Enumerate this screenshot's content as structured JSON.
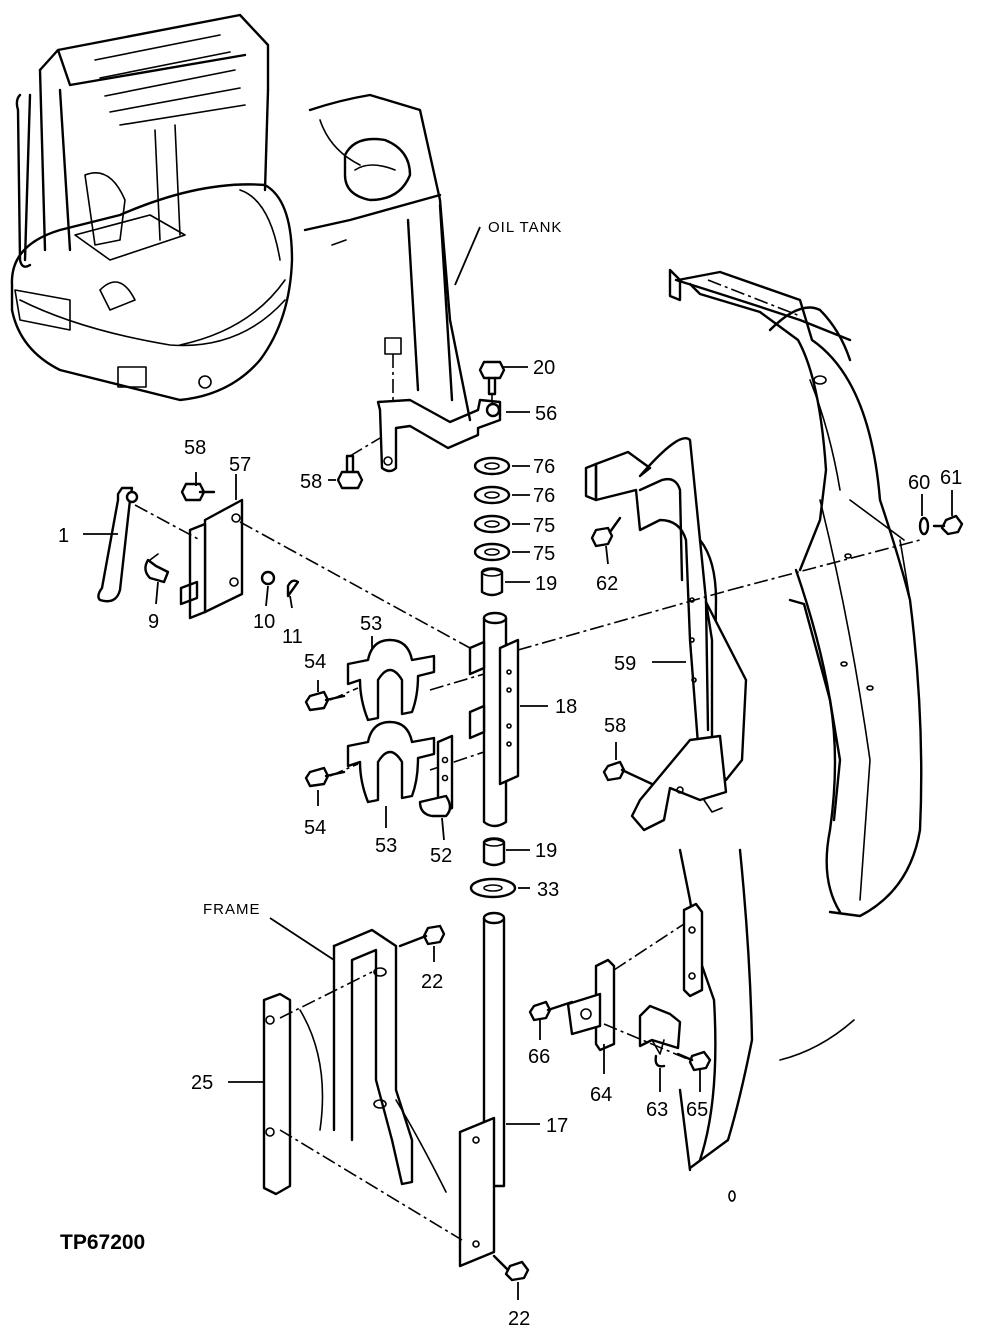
{
  "callouts": {
    "oil_tank": "OIL TANK",
    "frame": "FRAME",
    "c1": "1",
    "c9": "9",
    "c10": "10",
    "c11": "11",
    "c17": "17",
    "c18": "18",
    "c19a": "19",
    "c19b": "19",
    "c20": "20",
    "c22a": "22",
    "c22b": "22",
    "c25": "25",
    "c33": "33",
    "c52": "52",
    "c53a": "53",
    "c53b": "53",
    "c54a": "54",
    "c54b": "54",
    "c56": "56",
    "c57": "57",
    "c58a": "58",
    "c58b": "58",
    "c58c": "58",
    "c59": "59",
    "c60": "60",
    "c61": "61",
    "c62": "62",
    "c63": "63",
    "c64": "64",
    "c65": "65",
    "c66": "66",
    "c75a": "75",
    "c75b": "75",
    "c76a": "76",
    "c76b": "76"
  },
  "figure_code": "TP67200"
}
